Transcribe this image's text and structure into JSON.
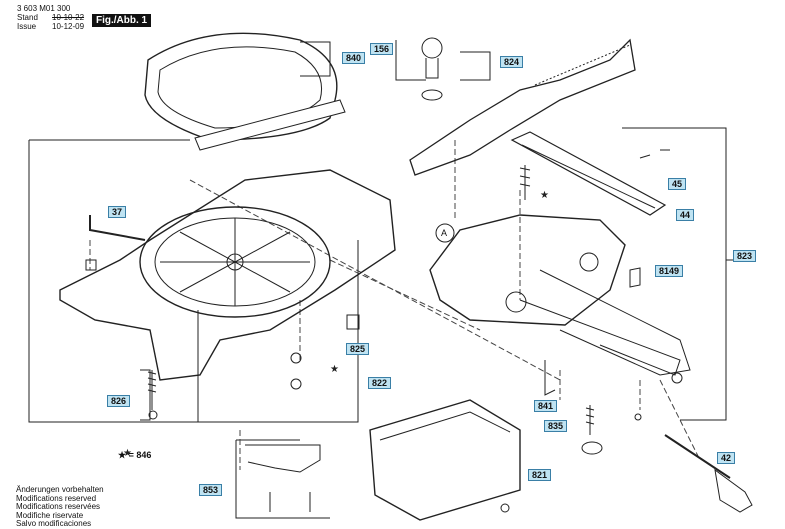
{
  "header": {
    "doc_number": "3 603 M01 300",
    "stand_label": "Stand",
    "stand_date_old": "10-10-22",
    "issue_label": "Issue",
    "issue_date": "10-12-09",
    "figure_label": "Fig./Abb. 1"
  },
  "callouts": [
    "840",
    "156",
    "824",
    "45",
    "44",
    "823",
    "8149",
    "37",
    "825",
    "822",
    "826",
    "841",
    "835",
    "846",
    "853",
    "821",
    "42"
  ],
  "labels": {
    "view_marker": "A",
    "star_note": "★ = 846"
  },
  "notes": [
    "Änderungen vorbehalten",
    "Modifications reserved",
    "Modifications reservées",
    "Modifiche riservate",
    "Salvo modificaciones"
  ]
}
